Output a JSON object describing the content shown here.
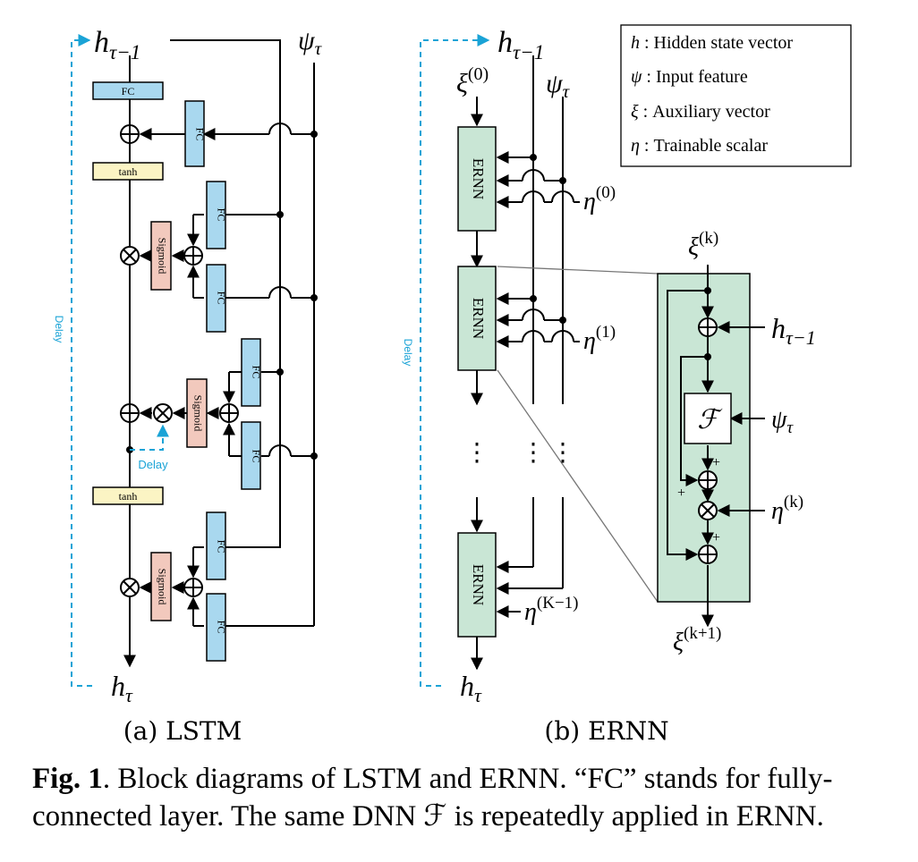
{
  "colors": {
    "fc_fill": "#a9d8ef",
    "tanh_fill": "#fbf4c4",
    "sigmoid_fill": "#f2c9bd",
    "ernn_fill": "#c9e6d5",
    "delay_color": "#1aa3d6",
    "line": "#000000"
  },
  "lstm": {
    "panel_label": "(a) LSTM",
    "input_h": "h",
    "input_h_sub": "τ−1",
    "input_psi": "ψ",
    "input_psi_sub": "τ",
    "output_h": "h",
    "output_h_sub": "τ",
    "fc": "FC",
    "tanh": "tanh",
    "sigmoid": "Sigmoid",
    "delay": "Delay",
    "inner_delay": "Delay"
  },
  "ernn": {
    "panel_label": "(b) ERNN",
    "input_h": "h",
    "input_h_sub": "τ−1",
    "input_xi": "ξ",
    "input_xi_sup": "(0)",
    "input_psi": "ψ",
    "input_psi_sub": "τ",
    "block": "ERNN",
    "eta": "η",
    "eta_sup": [
      "(0)",
      "(1)",
      "(K−1)"
    ],
    "output_h": "h",
    "output_h_sub": "τ",
    "delay": "Delay",
    "dots": "⋮"
  },
  "legend": [
    {
      "sym": "h",
      "text": " : Hidden state vector"
    },
    {
      "sym": "ψ",
      "text": " : Input feature"
    },
    {
      "sym": "ξ",
      "text": " : Auxiliary vector"
    },
    {
      "sym": "η",
      "text": " : Trainable scalar"
    }
  ],
  "detail": {
    "xi_in": "ξ",
    "xi_in_sup": "(k)",
    "xi_out": "ξ",
    "xi_out_sup": "(k+1)",
    "h_in": "h",
    "h_in_sub": "τ−1",
    "psi_in": "ψ",
    "psi_in_sub": "τ",
    "eta_in": "η",
    "eta_in_sup": "(k)",
    "dnn": "ℱ",
    "plus": "+"
  },
  "caption": {
    "fig": "Fig. 1",
    "text": ". Block diagrams of LSTM and ERNN. “FC” stands for fully-connected layer. The same DNN ℱ is repeatedly applied in ERNN."
  }
}
